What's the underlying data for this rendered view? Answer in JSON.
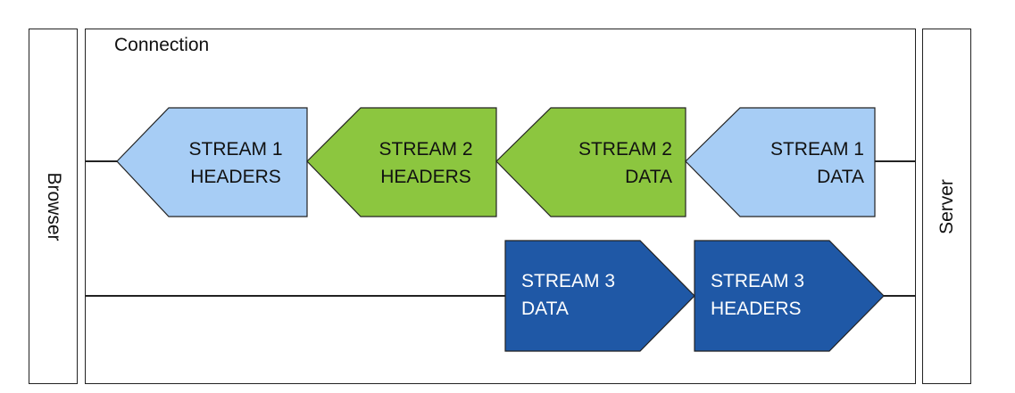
{
  "diagram": {
    "endpoints": {
      "client_label": "Browser",
      "server_label": "Server"
    },
    "connection_label": "Connection",
    "lanes": [
      {
        "direction": "server-to-browser",
        "frames": [
          {
            "line1": "STREAM 1",
            "line2": "HEADERS",
            "stream": 1
          },
          {
            "line1": "STREAM 2",
            "line2": "HEADERS",
            "stream": 2
          },
          {
            "line1": "STREAM 2",
            "line2": "DATA",
            "stream": 2
          },
          {
            "line1": "STREAM 1",
            "line2": "DATA",
            "stream": 1
          }
        ]
      },
      {
        "direction": "browser-to-server",
        "frames": [
          {
            "line1": "STREAM 3",
            "line2": "DATA",
            "stream": 3
          },
          {
            "line1": "STREAM 3",
            "line2": "HEADERS",
            "stream": 3
          }
        ]
      }
    ],
    "colors": {
      "stream1_fill": "#a7cdf5",
      "stream2_fill": "#8cc63f",
      "stream3_fill": "#1f58a6",
      "stream3_text": "#ffffff",
      "dark_text": "#111111",
      "outline": "#222222"
    }
  }
}
